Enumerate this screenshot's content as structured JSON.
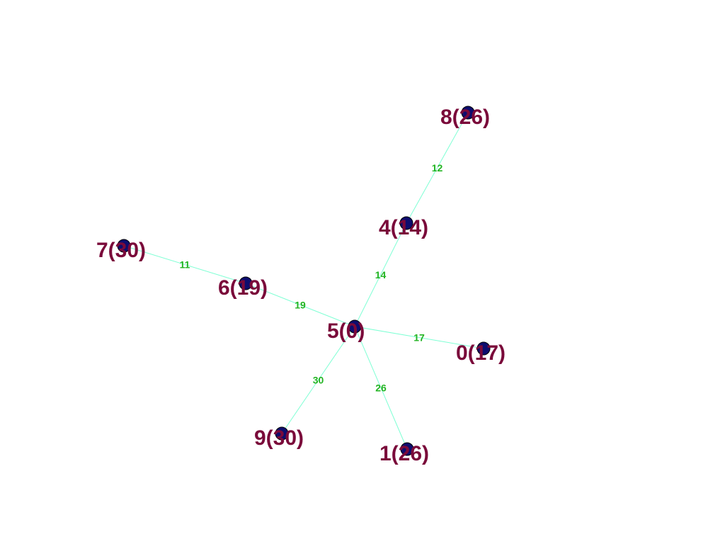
{
  "graph": {
    "nodes": [
      {
        "id": "0",
        "label": "0(17)"
      },
      {
        "id": "1",
        "label": "1(26)"
      },
      {
        "id": "4",
        "label": "4(14)"
      },
      {
        "id": "5",
        "label": "5(0)"
      },
      {
        "id": "6",
        "label": "6(19)"
      },
      {
        "id": "7",
        "label": "7(30)"
      },
      {
        "id": "8",
        "label": "8(26)"
      },
      {
        "id": "9",
        "label": "9(30)"
      }
    ],
    "edges": [
      {
        "from": "8",
        "to": "4",
        "weight": "12"
      },
      {
        "from": "4",
        "to": "5",
        "weight": "14"
      },
      {
        "from": "7",
        "to": "6",
        "weight": "11"
      },
      {
        "from": "6",
        "to": "5",
        "weight": "19"
      },
      {
        "from": "5",
        "to": "0",
        "weight": "17"
      },
      {
        "from": "5",
        "to": "9",
        "weight": "30"
      },
      {
        "from": "5",
        "to": "1",
        "weight": "26"
      }
    ],
    "colors": {
      "edge": "#7fffd4",
      "weight": "#22b422",
      "node_fill": "#0d0d6e",
      "label": "#7a0a3a",
      "background": "#ffffff"
    }
  }
}
